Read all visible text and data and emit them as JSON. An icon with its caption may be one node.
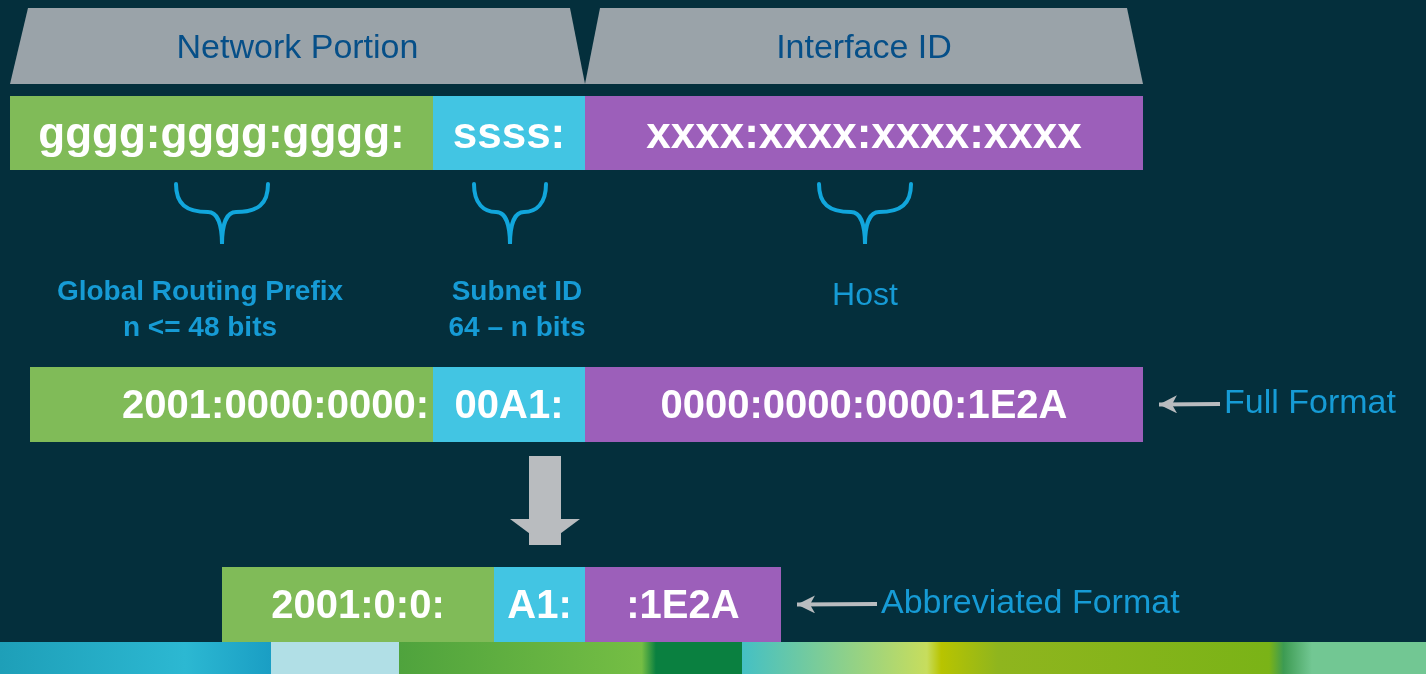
{
  "diagram": {
    "nodes": [
      {
        "text": [
          "Network Portion"
        ]
      },
      {
        "text": [
          "Interface ID"
        ]
      },
      {
        "text": [
          "gggg:gggg:gggg:"
        ]
      },
      {
        "text": [
          "ssss:"
        ]
      },
      {
        "text": [
          "xxxx:xxxx:xxxx:xxxx"
        ]
      },
      {
        "text": [],
        "shape": "bar"
      },
      {
        "text": [
          "2001:0000:0000:"
        ],
        "in": 5
      },
      {
        "text": [
          "00A1:"
        ],
        "in": 5
      },
      {
        "text": [
          "0000:0000:0000:1E2A"
        ],
        "in": 5
      },
      {
        "text": [
          "Full Format"
        ]
      },
      {
        "text": [],
        "shape": "bar"
      },
      {
        "text": [
          "2001:0:0:"
        ],
        "in": 10
      },
      {
        "text": [
          "A1:"
        ],
        "in": 10
      },
      {
        "text": [
          ":1E2A"
        ],
        "in": 10
      },
      {
        "text": [
          "Abbreviated Format"
        ]
      }
    ],
    "edges": [
      {
        "from": 9,
        "to": 8,
        "arrow": "to"
      },
      {
        "from": 5,
        "to": 10,
        "arrow": "to",
        "style": "thick"
      },
      {
        "from": 14,
        "to": 13,
        "arrow": "to"
      }
    ],
    "labels": [
      "Global Routing Prefix",
      "n <= 48 bits",
      "Subnet ID",
      "64 – n bits",
      "Host"
    ]
  }
}
